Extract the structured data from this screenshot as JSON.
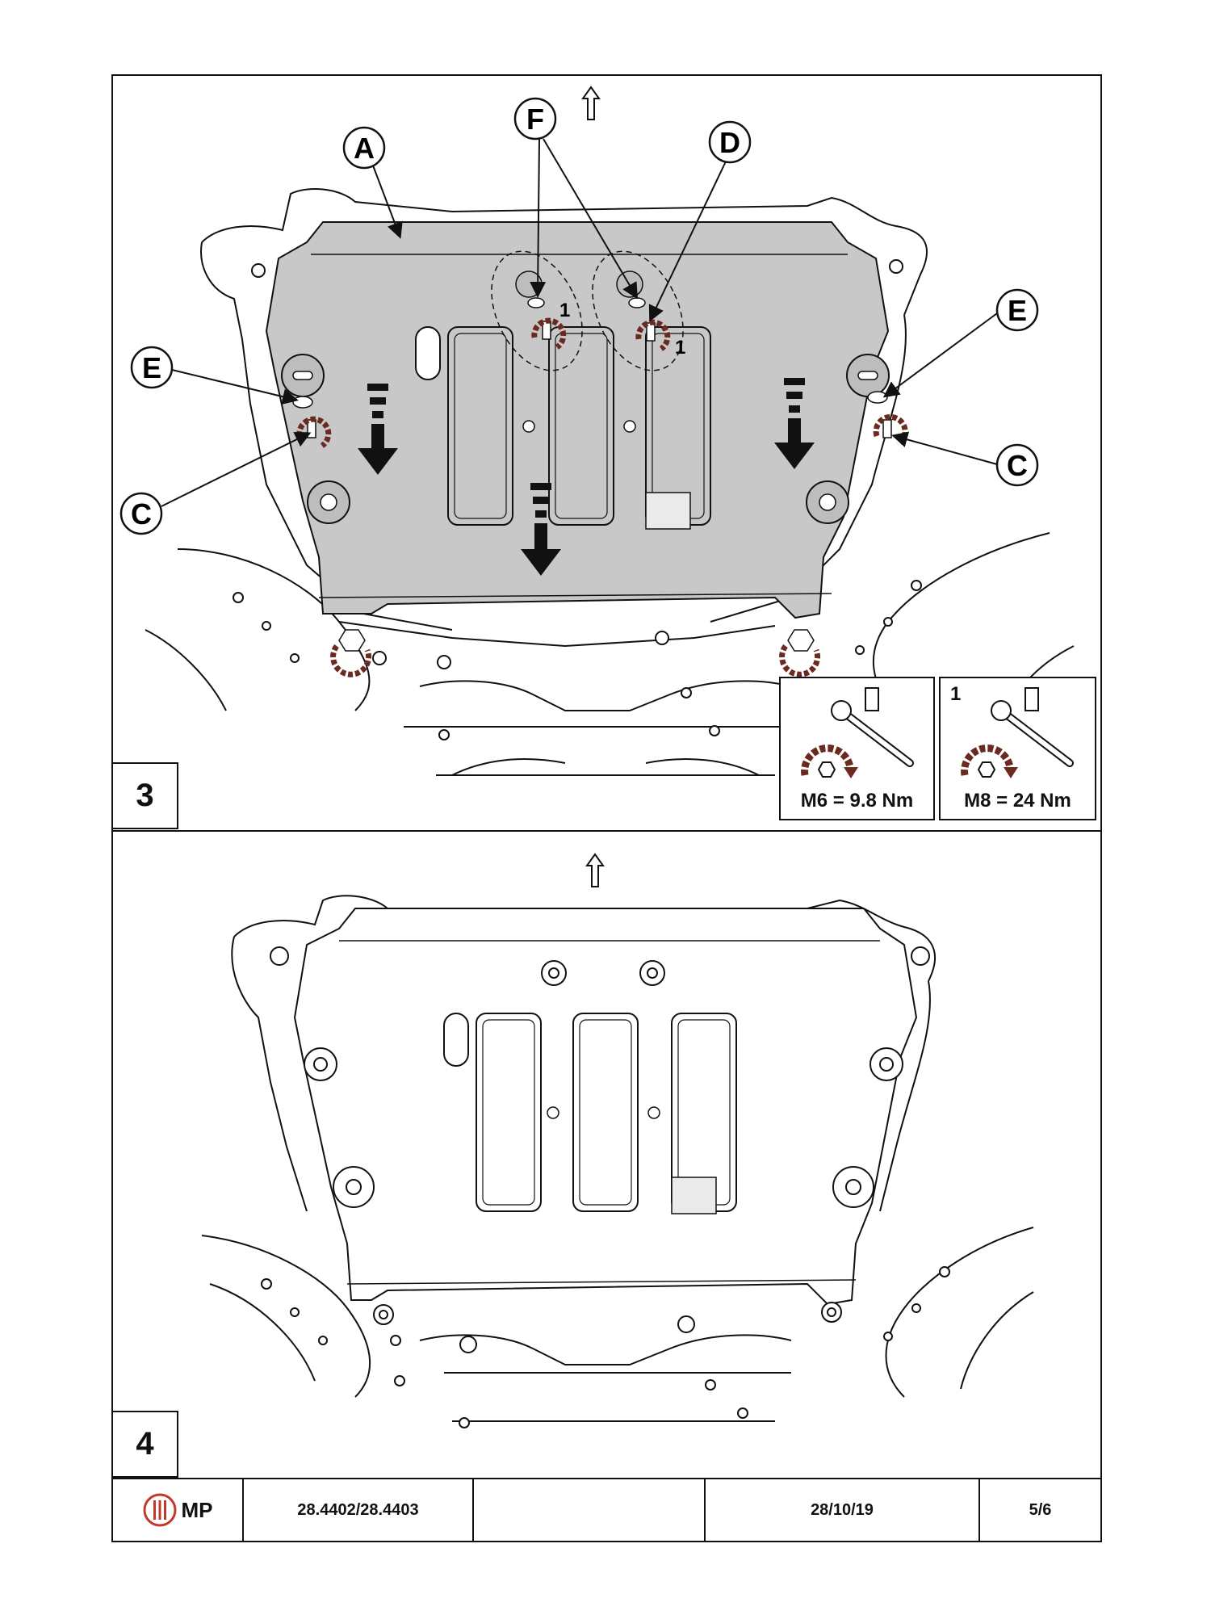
{
  "panels": [
    {
      "step": "3"
    },
    {
      "step": "4"
    }
  ],
  "direction_marker": "FWD",
  "callouts": {
    "a": "A",
    "c": "C",
    "d": "D",
    "e": "E",
    "f": "F",
    "torque_ref": "1"
  },
  "torque_specs": [
    {
      "mark": "",
      "label": "M6 =  9.8 Nm"
    },
    {
      "mark": "1",
      "label": "M8 =  24  Nm"
    }
  ],
  "title_block": {
    "logo": "MP",
    "part_numbers": "28.4402/28.4403",
    "blank": "",
    "date": "28/10/19",
    "page": "5/6"
  },
  "colors": {
    "plate_fill": "#c8c8c8",
    "torque_arrow": "#6b2a20",
    "logo_red": "#c0392b",
    "line": "#111111"
  }
}
